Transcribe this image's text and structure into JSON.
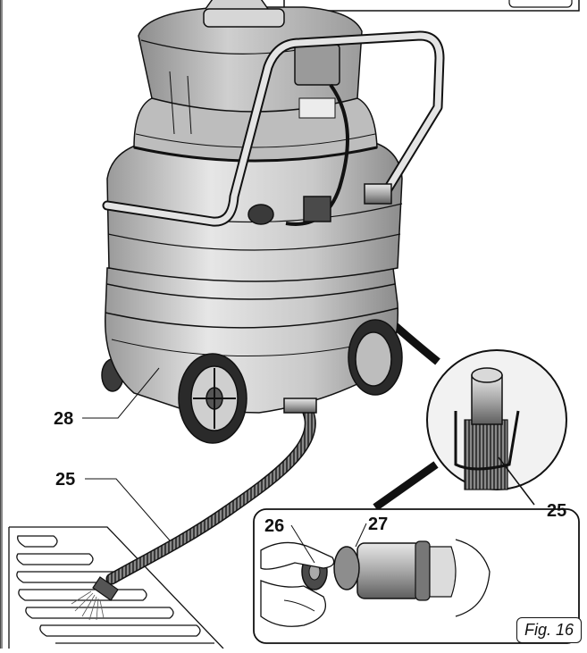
{
  "figure": {
    "label": "Fig. 16"
  },
  "callouts": [
    {
      "id": "28",
      "text": "28"
    },
    {
      "id": "25a",
      "text": "25"
    },
    {
      "id": "25b",
      "text": "25"
    },
    {
      "id": "26",
      "text": "26"
    },
    {
      "id": "27",
      "text": "27"
    }
  ],
  "colors": {
    "line": "#111111",
    "body_light": "#d9d9d9",
    "body_mid": "#a6a6a6",
    "body_dark": "#6e6e6e",
    "tire": "#2a2a2a"
  }
}
